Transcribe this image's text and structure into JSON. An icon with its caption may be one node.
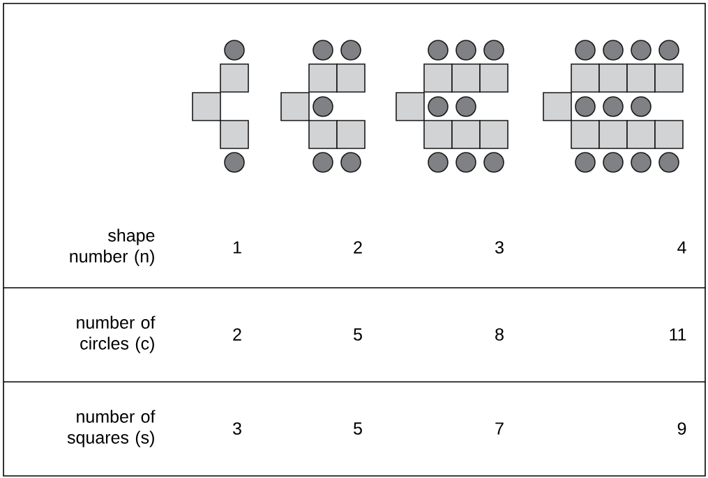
{
  "diagram": {
    "labels": [
      "shape number (n)",
      "1",
      "2",
      "3",
      "4",
      "number of circles (c)",
      "2",
      "5",
      "8",
      "11",
      "number of squares (s)",
      "3",
      "5",
      "7",
      "9"
    ]
  }
}
